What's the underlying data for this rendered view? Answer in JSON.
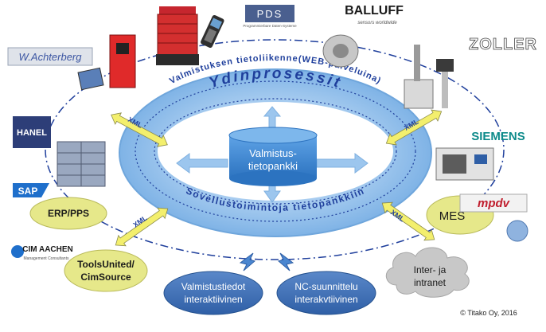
{
  "center": {
    "db_line1": "Valmistus-",
    "db_line2": "tietopankki",
    "ring_outer_text": "Valmistuksen tietoliikenne(WEB-palveluina)",
    "ring_title": "Ydinprosessit",
    "ring_inner_text": "Sovellustoimintoja tietopankkiin"
  },
  "xml_label": "XML",
  "bubbles": {
    "erp": "ERP/PPS",
    "tools_line1": "ToolsUnited/",
    "tools_line2": "CimSource",
    "mes": "MES",
    "valm_line1": "Valmistustiedot",
    "valm_line2": "interaktiivinen",
    "nc_line1": "NC-suunnittelu",
    "nc_line2": "interakvtiivinen",
    "inter_line1": "Inter- ja",
    "inter_line2": "intranet"
  },
  "logos": {
    "achterberg": "W.Achterberg",
    "pds": "PDS",
    "pds_sub": "Programmierbare Daten-Systeme",
    "balluff": "BALLUFF",
    "balluff_sub": "sensors worldwide",
    "zoller": "ZOLLER",
    "hanel": "HANEL",
    "sap": "SAP",
    "siemens": "SIEMENS",
    "cim": "CIM AACHEN",
    "cim_sub": "Management Consultants",
    "mpdv": "mpdv"
  },
  "copyright": "© Titako Oy, 2016",
  "colors": {
    "ring_light": "#b9d6f3",
    "ring_mid": "#8fbde8",
    "ring_title": "#1f3f9c",
    "db_fill": "#3a87d6",
    "bubble_green": "#e6e88a",
    "bubble_blue": "#3e6fb5",
    "xml_yellow": "#f3ef6d",
    "cloud_grey": "#c8c8c8"
  }
}
